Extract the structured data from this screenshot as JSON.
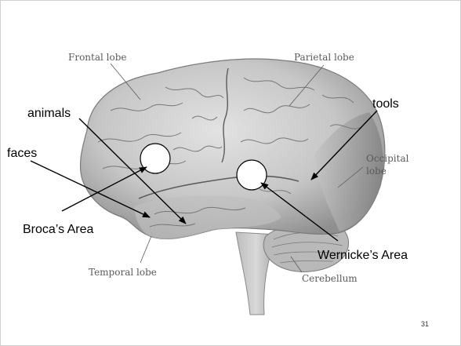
{
  "slide": {
    "page_number": "31"
  },
  "anatomy_labels": {
    "frontal": "Frontal lobe",
    "parietal": "Parietal lobe",
    "occipital_line1": "Occipital",
    "occipital_line2": "lobe",
    "temporal": "Temporal lobe",
    "cerebellum": "Cerebellum"
  },
  "overlay_labels": {
    "animals": "animals",
    "faces": "faces",
    "tools": "tools",
    "broca": "Broca’s Area",
    "wernicke": "Wernicke’s Area"
  },
  "colors": {
    "brain_fill": "#c9c9c9",
    "brain_dark": "#9a9a9a",
    "arrow": "#000000",
    "circle_fill": "#ffffff"
  }
}
